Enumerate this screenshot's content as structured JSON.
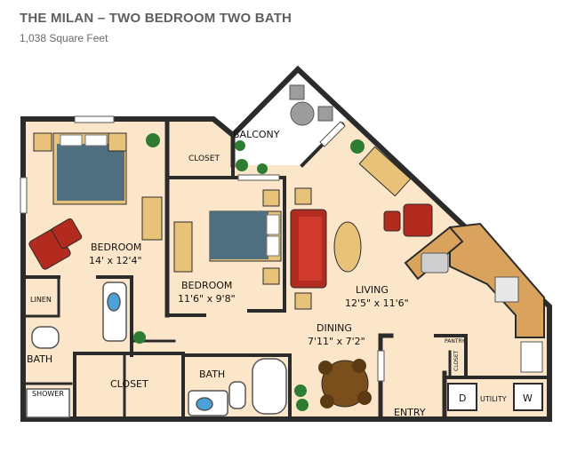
{
  "header": {
    "title": "THE MILAN – TWO BEDROOM TWO BATH",
    "subtitle": "1,038 Square Feet"
  },
  "rooms": {
    "balcony": "BALCONY",
    "closet_bedroom2": "CLOSET",
    "bedroom1_name": "BEDROOM",
    "bedroom1_size": "14' x 12'4\"",
    "bedroom2_name": "BEDROOM",
    "bedroom2_size": "11'6\" x 9'8\"",
    "living_name": "LIVING",
    "living_size": "12'5\" x 11'6\"",
    "dining_name": "DINING",
    "dining_size": "7'11\" x 7'2\"",
    "linen": "LINEN",
    "bath1": "BATH",
    "bath2": "BATH",
    "closet_master": "CLOSET",
    "shower": "SHOWER",
    "pantry": "PANTRY",
    "closet_small": "CLOSET",
    "utility": "UTILITY",
    "entry": "ENTRY",
    "dryer": "D",
    "washer": "W"
  },
  "colors": {
    "floor": "#fbe6c9",
    "wall": "#2b2b2b",
    "sofa": "#b32a1e",
    "bed": "#4f6e7e",
    "wood": "#e9c27a",
    "table": "#7a4f1c",
    "plant": "#2e7d32",
    "counter": "#d9a25d"
  }
}
